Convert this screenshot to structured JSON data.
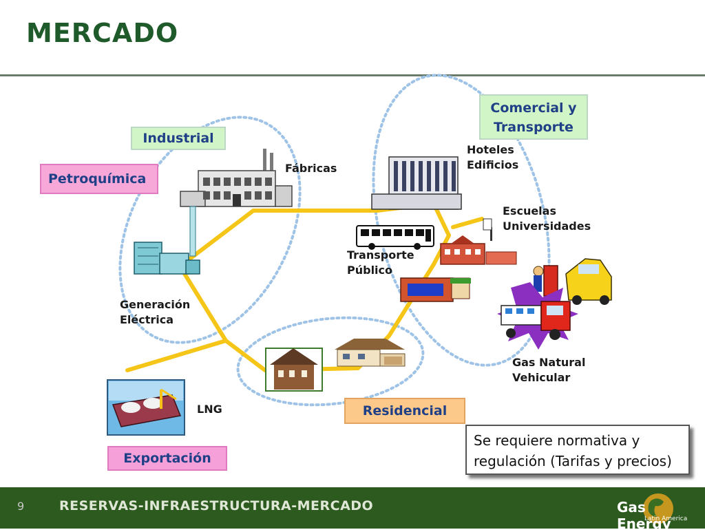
{
  "slide": {
    "title": "MERCADO",
    "page_number": "9",
    "footer": "RESERVAS-INFRAESTRUCTURA-MERCADO",
    "logo_text": "Gas Energy",
    "logo_subtext": "Latin America"
  },
  "categories": {
    "industrial": "Industrial",
    "petroquimica": "Petroquímica",
    "comercial_line1": "Comercial y",
    "comercial_line2": "Transporte",
    "residencial": "Residencial",
    "exportacion": "Exportación"
  },
  "labels": {
    "fabricas": "Fábricas",
    "hoteles": "Hoteles",
    "edificios": "Edificios",
    "escuelas": "Escuelas",
    "universidades": "Universidades",
    "transporte": "Transporte",
    "publico": "Público",
    "generacion": "Generación",
    "electrica": "Eléctrica",
    "gnv_line1": "Gas Natural",
    "gnv_line2": "Vehicular",
    "lng": "LNG"
  },
  "note": {
    "line1": "Se requiere normativa y",
    "line2": "regulación (Tarifas y precios)"
  },
  "colors": {
    "title_green": "#1f5a2a",
    "pipeline_yellow": "#f5c518",
    "dotted_blue": "#9ec3e6",
    "footer_green": "#2d5a1f"
  }
}
